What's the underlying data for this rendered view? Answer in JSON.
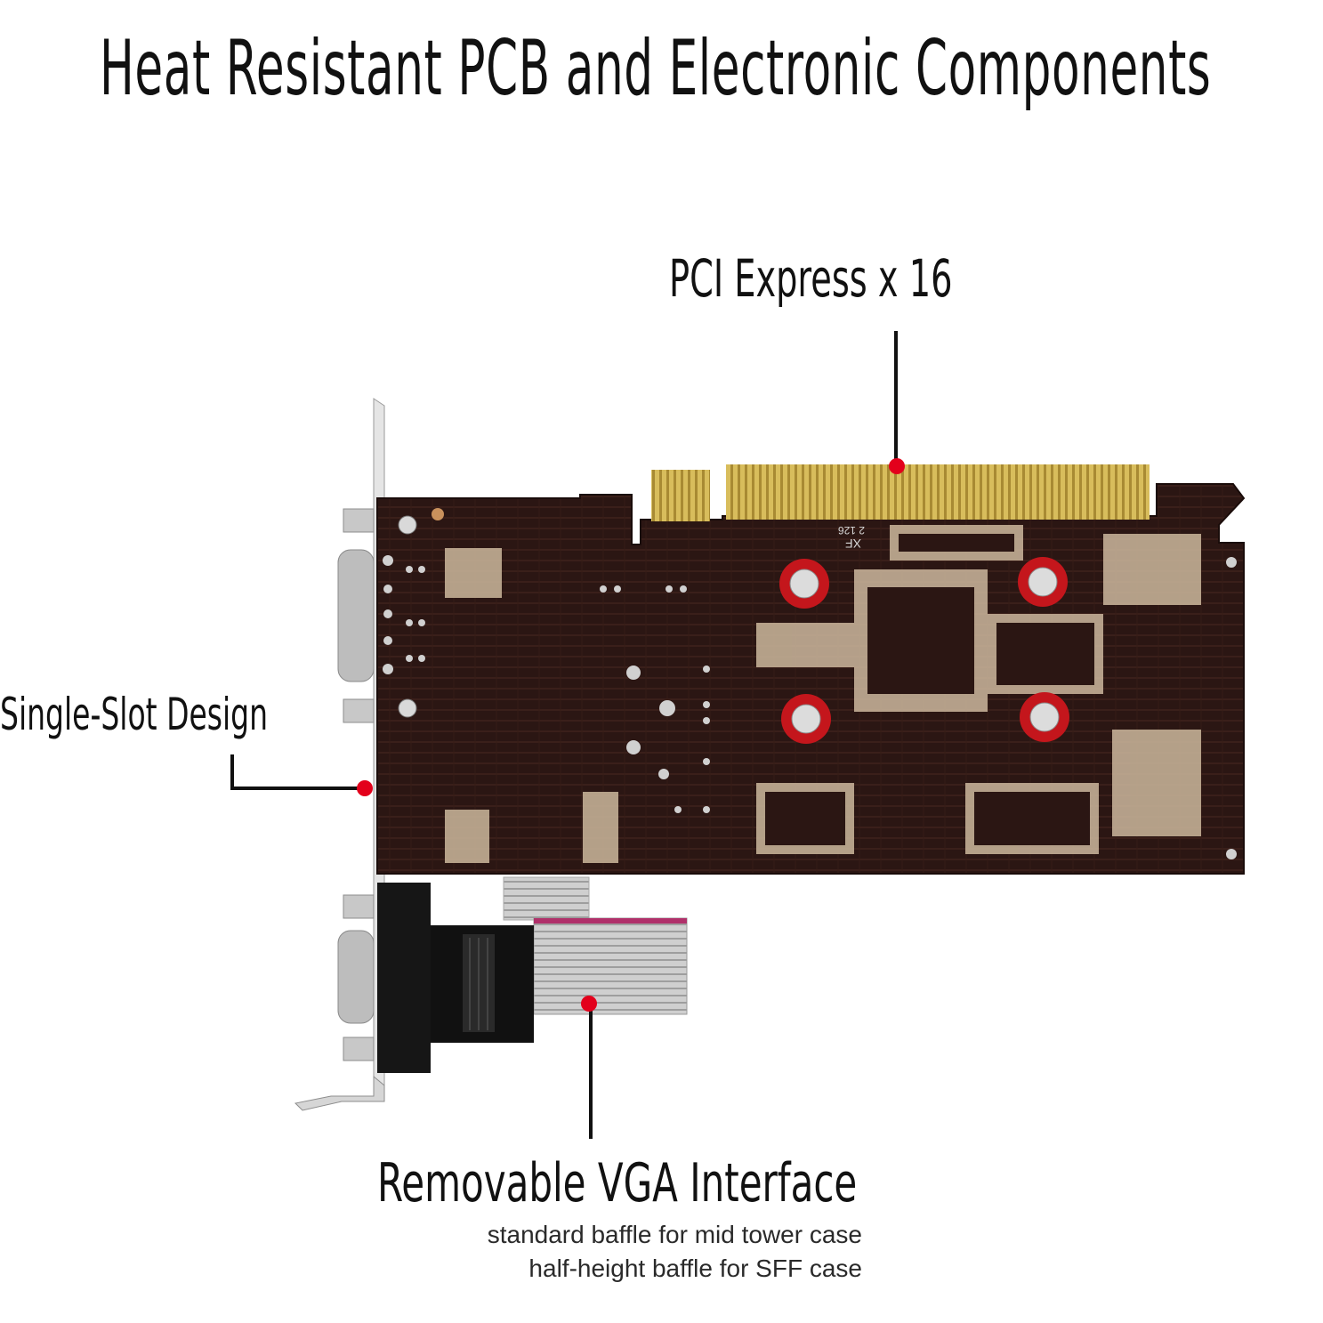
{
  "title": "Heat Resistant  PCB and Electronic Components",
  "callouts": {
    "pcie": "PCI Express x 16",
    "slot": "Single-Slot Design",
    "vga": "Removable VGA Interface",
    "vga_sub_1": "standard baffle for mid tower case",
    "vga_sub_2": "half-height baffle for SFF case"
  },
  "board_text": {
    "mark": "XF",
    "code": "2 126"
  },
  "colors": {
    "pcb": "#2a1512",
    "gold": "#c9a94a",
    "marker": "#e3001b",
    "bracket": "#cfcfcf",
    "washer": "#c4161c"
  }
}
